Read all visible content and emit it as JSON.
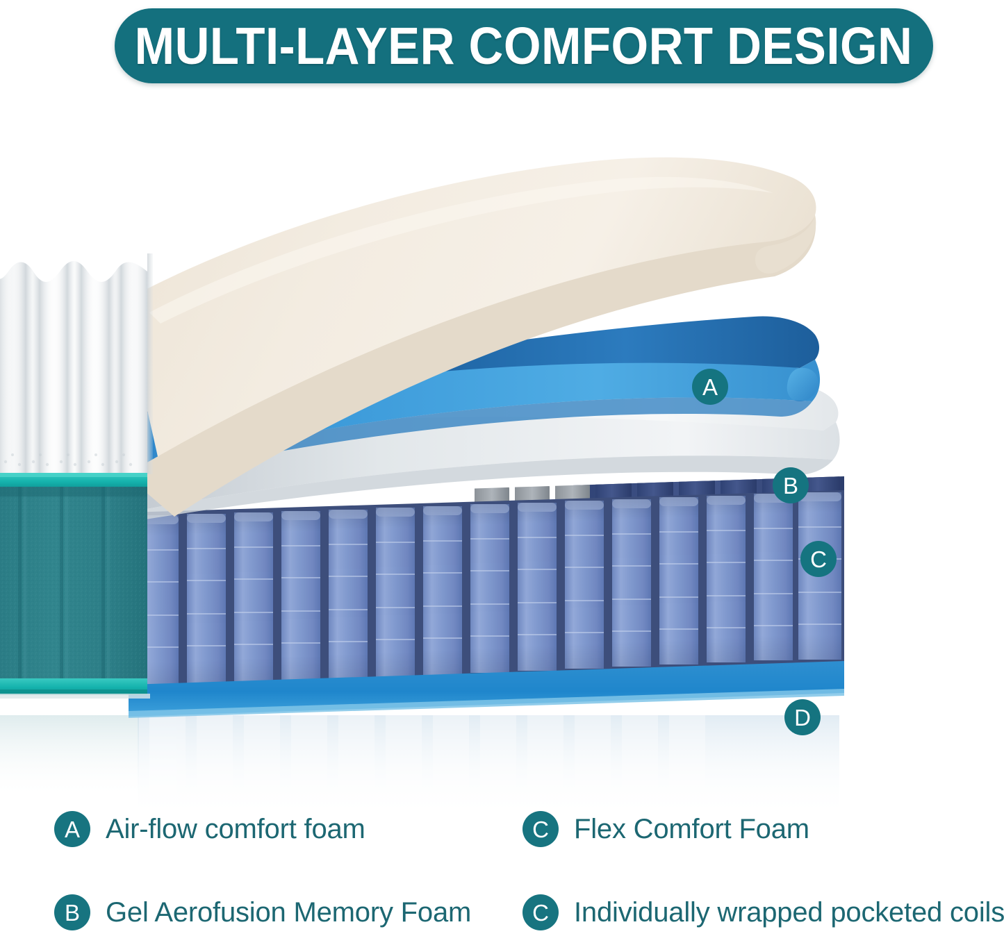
{
  "header": {
    "title": "MULTI-LAYER COMFORT DESIGN",
    "background_color": "#14707E",
    "text_color": "#FFFFFF"
  },
  "theme": {
    "accent_teal": "#157480",
    "label_text_color": "#1C6772",
    "page_background": "#FFFFFF"
  },
  "diagram": {
    "name": "mattress-cutaway-exploded-layers",
    "callouts": [
      {
        "letter": "A",
        "layer": "air-flow-comfort-foam",
        "color": "#EFE6D9"
      },
      {
        "letter": "B",
        "layer": "gel-aerofusion-memory-foam",
        "color": "#2F86C8"
      },
      {
        "letter": "C",
        "layer": "flex-comfort-foam",
        "color": "#E9ECEE"
      },
      {
        "letter": "D",
        "layer": "pocketed-coils",
        "color": "#7D95C9"
      }
    ],
    "mattress_cover": {
      "quilted_top_color": "#FFFFFF",
      "side_panel_color": "#2B7E86",
      "piping_color": "#1CB3AE"
    }
  },
  "legend": {
    "items": [
      {
        "badge": "A",
        "label": "Air-flow comfort foam"
      },
      {
        "badge": "B",
        "label": "Gel Aerofusion Memory Foam"
      },
      {
        "badge": "C",
        "label": "Flex Comfort Foam"
      },
      {
        "badge": "C",
        "label": "Individually wrapped pocketed coils"
      }
    ]
  }
}
